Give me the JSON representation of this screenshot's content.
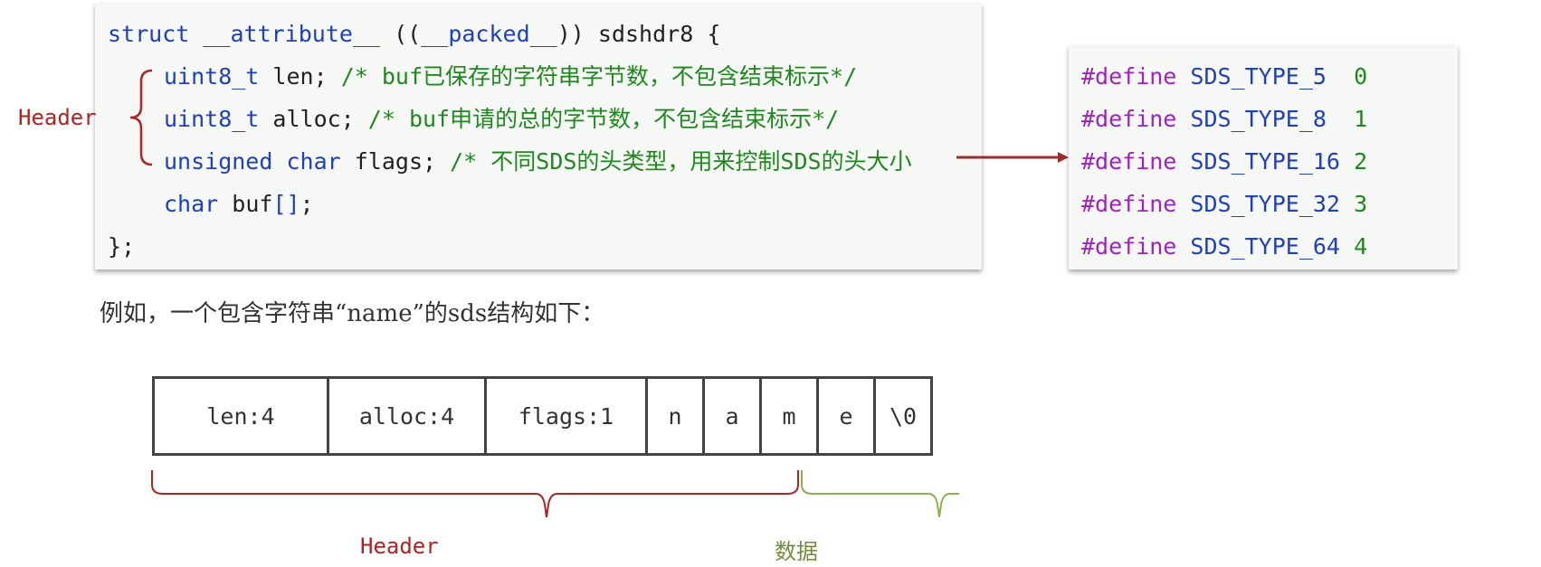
{
  "code": {
    "line1": {
      "kw1": "struct",
      "kw2": "__attribute__",
      "p1": "((",
      "kw3": "__packed__",
      "p2": "))",
      "ident": "sdshdr8 {"
    },
    "line2": {
      "type": "uint8_t",
      "field": "len;",
      "comment": "/* buf已保存的字符串字节数，不包含结束标示*/"
    },
    "line3": {
      "type": "uint8_t",
      "field": "alloc;",
      "comment": "/* buf申请的总的字节数，不包含结束标示*/"
    },
    "line4": {
      "type": "unsigned char",
      "field": "flags;",
      "comment": "/* 不同SDS的头类型，用来控制SDS的头大小"
    },
    "line5": {
      "type": "char",
      "field": "buf",
      "brackets": "[]",
      "semi": ";"
    },
    "line6": "};"
  },
  "header_left_label": "Header",
  "defines": [
    {
      "directive": "#define",
      "name": "SDS_TYPE_5 ",
      "value": "0"
    },
    {
      "directive": "#define",
      "name": "SDS_TYPE_8 ",
      "value": "1"
    },
    {
      "directive": "#define",
      "name": "SDS_TYPE_16",
      "value": "2"
    },
    {
      "directive": "#define",
      "name": "SDS_TYPE_32",
      "value": "3"
    },
    {
      "directive": "#define",
      "name": "SDS_TYPE_64",
      "value": "4"
    }
  ],
  "sentence": "例如，一个包含字符串“name”的sds结构如下：",
  "cells": [
    {
      "text": "len:4",
      "width": 196
    },
    {
      "text": "alloc:4",
      "width": 177
    },
    {
      "text": "flags:1",
      "width": 181
    },
    {
      "text": "n",
      "width": 66
    },
    {
      "text": "a",
      "width": 66
    },
    {
      "text": "m",
      "width": 66
    },
    {
      "text": "e",
      "width": 66
    },
    {
      "text": "\\0",
      "width": 66
    }
  ],
  "brace_header_label": "Header",
  "brace_data_label": "数据",
  "colors": {
    "header_red": "#b22222",
    "data_green": "#8ab44a",
    "arrow_red": "#a52a2a"
  }
}
